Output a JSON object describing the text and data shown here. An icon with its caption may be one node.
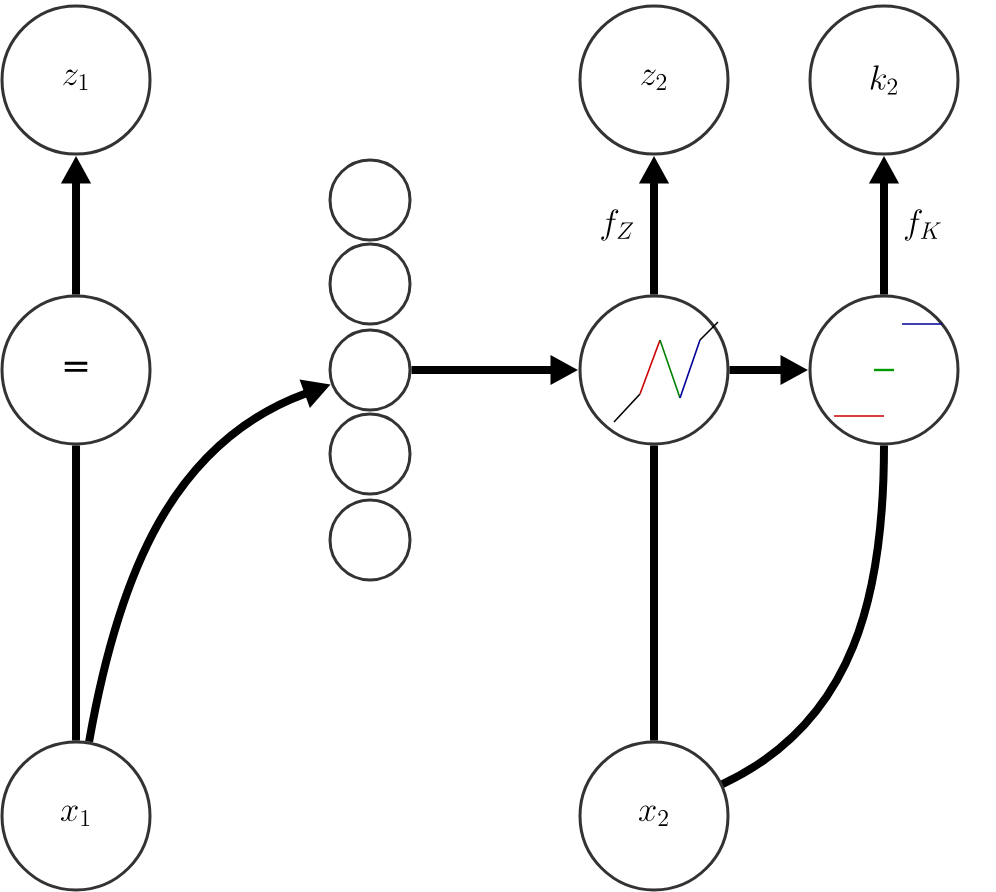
{
  "diagram": {
    "nodes": [
      {
        "text": [
          "z_1"
        ]
      },
      {
        "text": [
          "z_2"
        ]
      },
      {
        "text": [
          "k_2"
        ]
      },
      {
        "text": [
          "="
        ]
      },
      {
        "text": [],
        "shape": "circle"
      },
      {
        "text": [],
        "shape": "circle"
      },
      {
        "text": [],
        "shape": "circle"
      },
      {
        "text": [],
        "shape": "circle"
      },
      {
        "text": [],
        "shape": "circle"
      },
      {
        "text": [],
        "shape": "circle"
      },
      {
        "text": [],
        "shape": "circle"
      },
      {
        "text": [
          "x_1"
        ]
      },
      {
        "text": [
          "x_2"
        ]
      }
    ],
    "edges": [
      {
        "from": 3,
        "to": 0,
        "arrow": "to"
      },
      {
        "from": 11,
        "to": 3,
        "arrow": "none"
      },
      {
        "from": 11,
        "to": 6,
        "arrow": "to"
      },
      {
        "from": 6,
        "to": 9,
        "arrow": "to"
      },
      {
        "from": 9,
        "to": 1,
        "arrow": "to",
        "label": "f_Z"
      },
      {
        "from": 10,
        "to": 2,
        "arrow": "to",
        "label": "f_K"
      },
      {
        "from": 9,
        "to": 10,
        "arrow": "to"
      },
      {
        "from": 12,
        "to": 9,
        "arrow": "none"
      },
      {
        "from": 12,
        "to": 10,
        "arrow": "none"
      }
    ]
  }
}
